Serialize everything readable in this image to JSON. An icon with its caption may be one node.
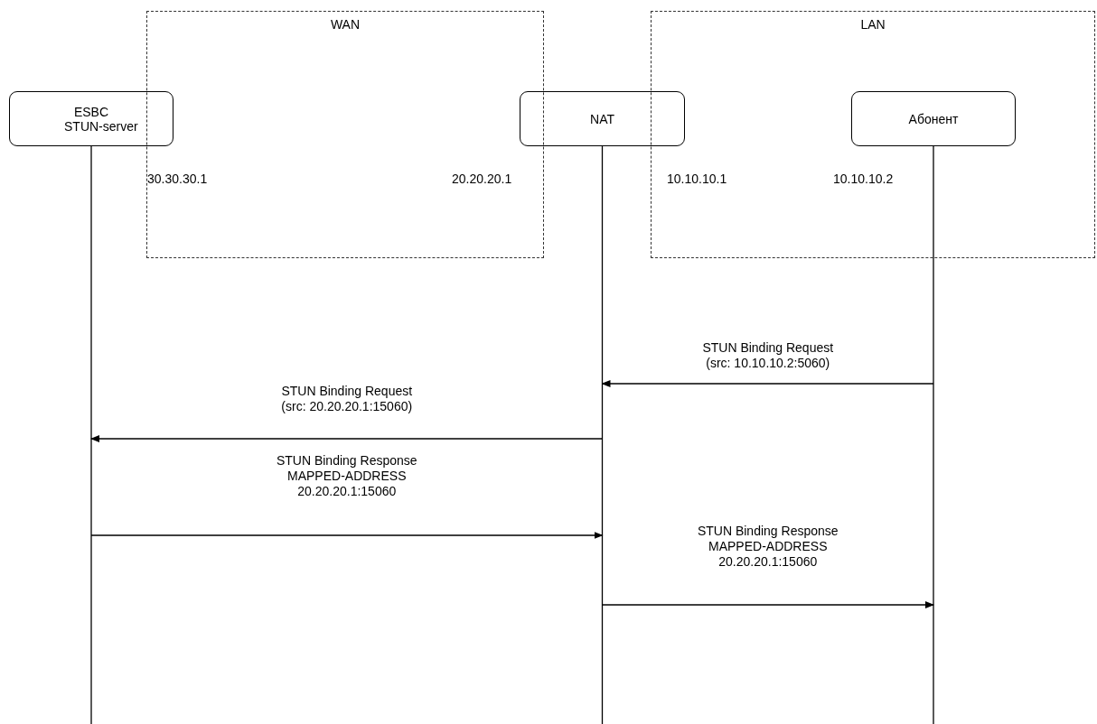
{
  "diagram": {
    "nodes": [
      {
        "text": [
          "WAN"
        ]
      },
      {
        "text": [
          "LAN"
        ]
      },
      {
        "text": [
          "ESBC STUN-server"
        ]
      },
      {
        "text": [
          "NAT"
        ]
      },
      {
        "text": [
          "Абонент"
        ]
      }
    ],
    "edges": [
      {
        "from": 4,
        "to": 3,
        "arrow": "to",
        "label": "STUN Binding Request (src: 10.10.10.2:5060)"
      },
      {
        "from": 3,
        "to": 2,
        "arrow": "to",
        "label": "STUN Binding Request (src: 20.20.20.1:15060)"
      },
      {
        "from": 2,
        "to": 3,
        "arrow": "to",
        "label": "STUN Binding Response MAPPED-ADDRESS 20.20.20.1:15060"
      },
      {
        "from": 3,
        "to": 4,
        "arrow": "to",
        "label": "STUN Binding Response MAPPED-ADDRESS 20.20.20.1:15060"
      }
    ],
    "labels": [
      "30.30.30.1",
      "20.20.20.1",
      "10.10.10.1",
      "10.10.10.2"
    ]
  }
}
